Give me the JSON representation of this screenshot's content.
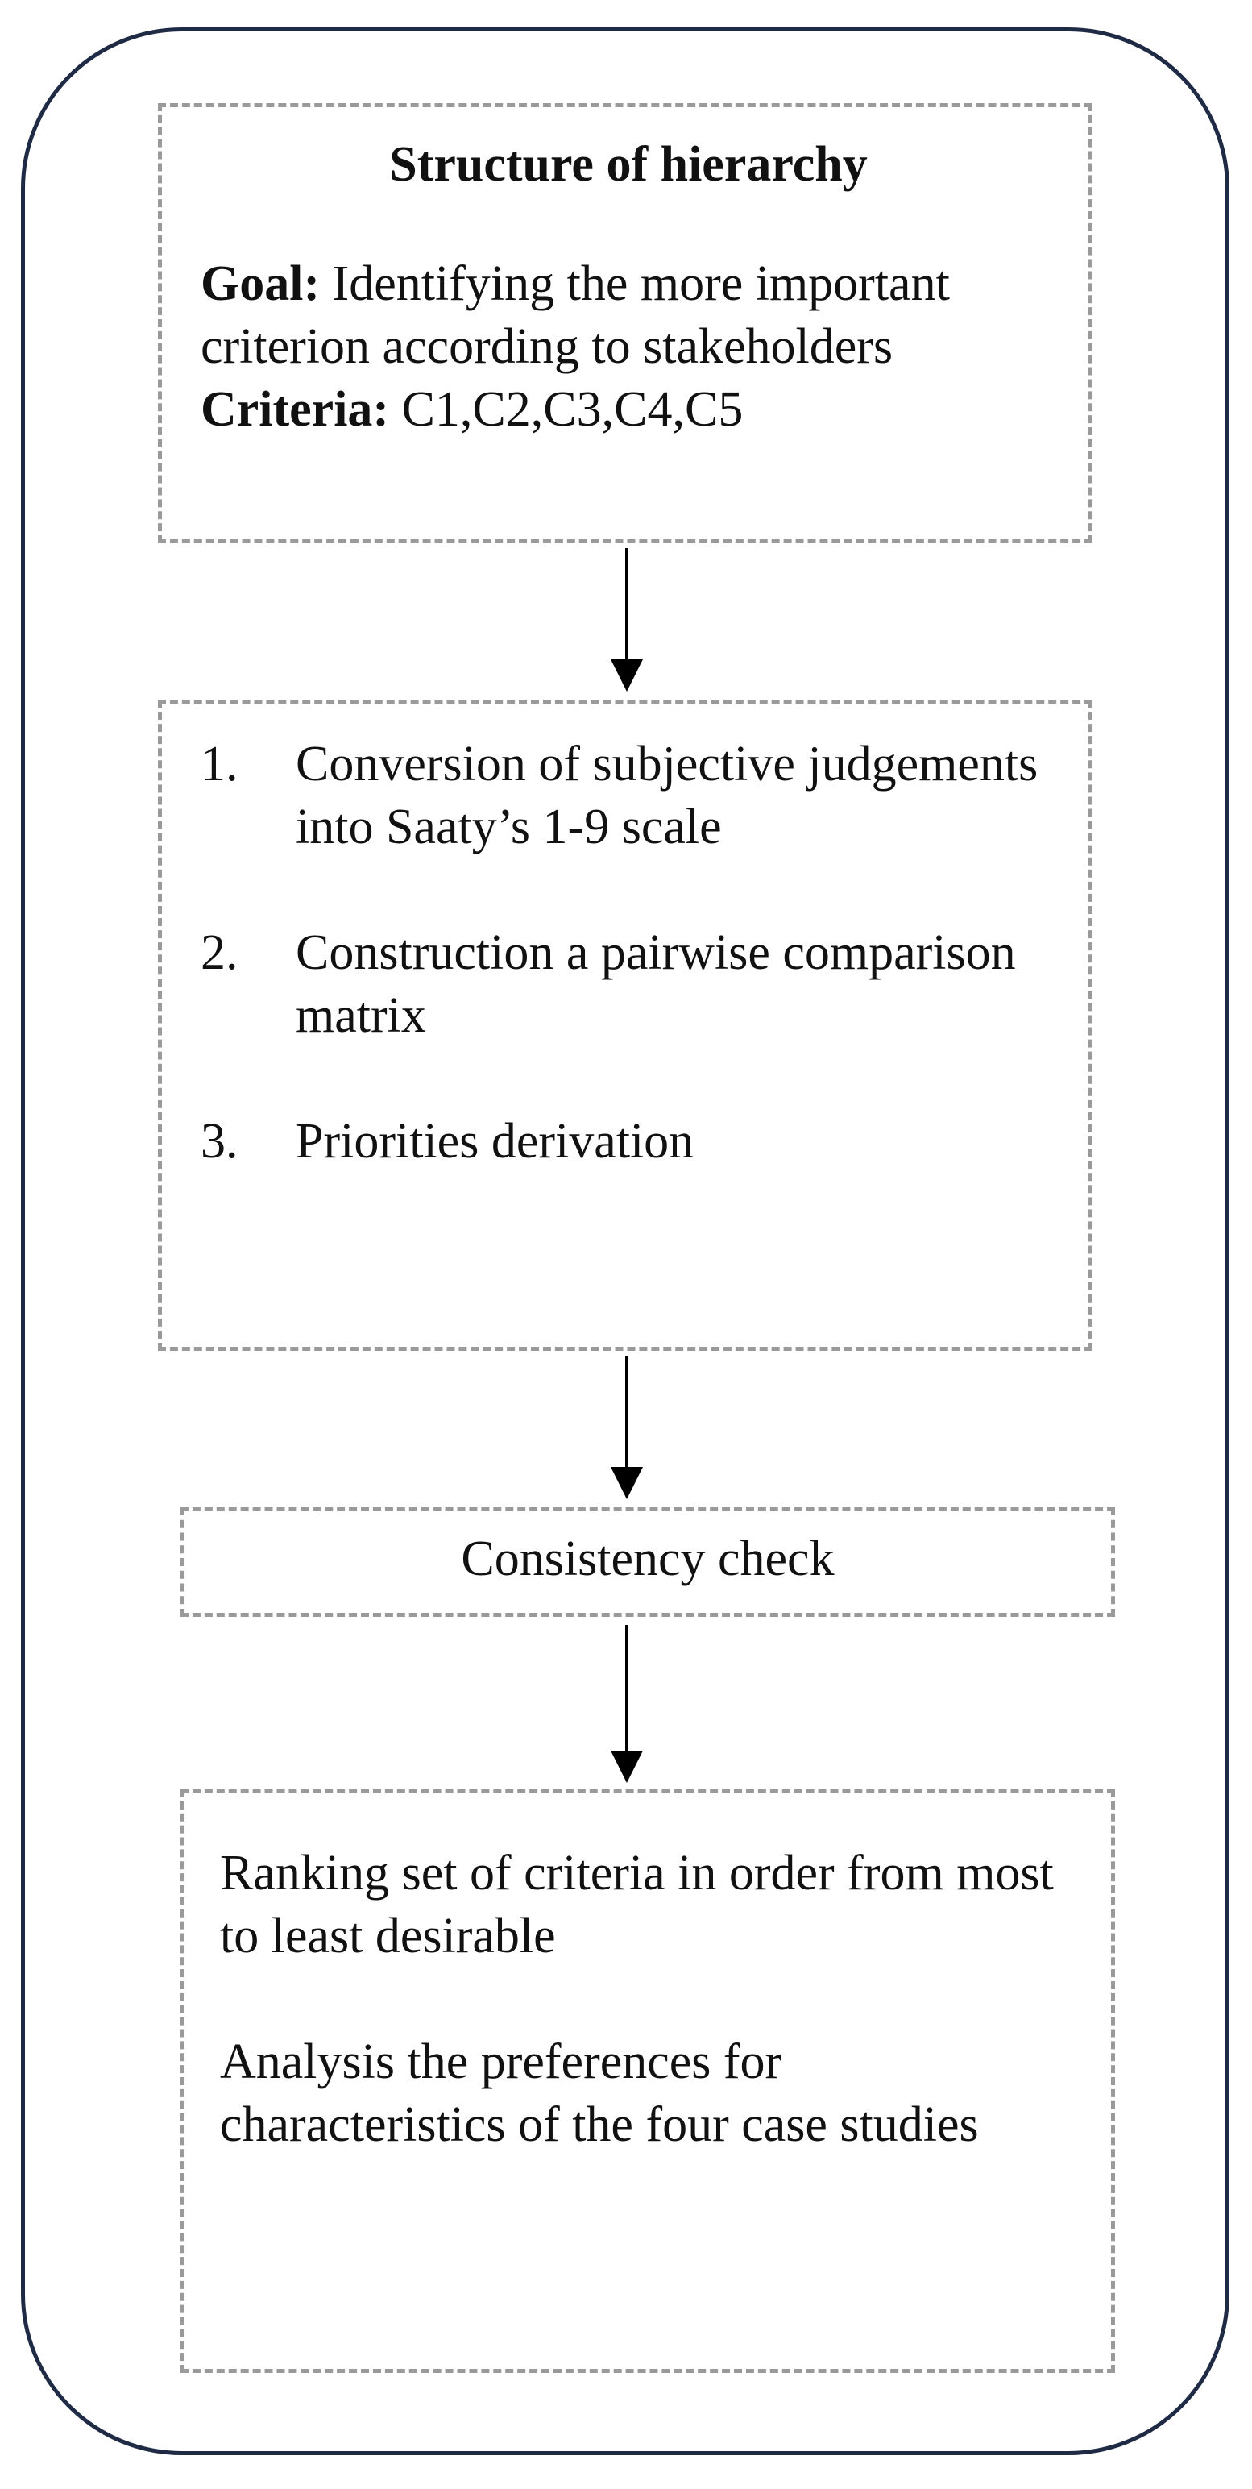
{
  "hierarchy": {
    "title": "Structure of hierarchy",
    "goal_label": "Goal:",
    "goal_text": "Identifying the more important criterion according to stakeholders",
    "criteria_label": "Criteria:",
    "criteria_text": "C1,C2,C3,C4,C5"
  },
  "steps": [
    {
      "num": "1.",
      "text": "Conversion of subjective judgements into Saaty’s 1-9 scale"
    },
    {
      "num": "2.",
      "text": "Construction a pairwise comparison matrix"
    },
    {
      "num": "3.",
      "text": "Priorities derivation"
    }
  ],
  "consistency": {
    "label": "Consistency check"
  },
  "outcome": {
    "ranking": "Ranking set of criteria in order from most to least desirable",
    "analysis": "Analysis the preferences for characteristics of the four case studies"
  },
  "colors": {
    "frame": "#1f2a44",
    "dashed_border": "#9a9a9a",
    "arrow": "#000000"
  }
}
